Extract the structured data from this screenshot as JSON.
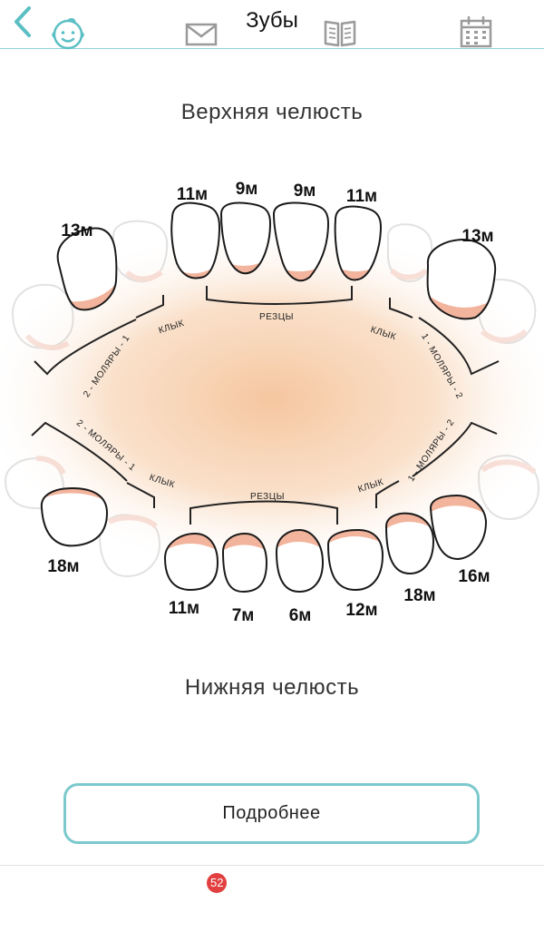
{
  "header": {
    "title": "Зубы"
  },
  "upper": {
    "title": "Верхняя челюсть",
    "groups": {
      "molars_2_left": "2 - МОЛЯРЫ - 1",
      "canine_left": "КЛЫК",
      "incisors": "РЕЗЦЫ",
      "canine_right": "КЛЫК",
      "molars_1_right": "1 - МОЛЯРЫ - 2"
    },
    "ages": {
      "t1": "13м",
      "t2": "11м",
      "t3": "9м",
      "t4": "9м",
      "t5": "11м",
      "t6": "13м"
    }
  },
  "lower": {
    "title": "Нижняя челюсть",
    "groups": {
      "molars_2_left": "2 - МОЛЯРЫ - 1",
      "canine_left": "КЛЫК",
      "incisors": "РЕЗЦЫ",
      "canine_right": "КЛЫК",
      "molars_1_right": "1 - МОЛЯРЫ - 2"
    },
    "ages": {
      "t1": "18м",
      "t2": "11м",
      "t3": "7м",
      "t4": "6м",
      "t5": "12м",
      "t6": "18м",
      "t7": "16м"
    }
  },
  "more_button": {
    "label": "Подробнее"
  },
  "tabbar": {
    "mail_badge": "52"
  },
  "colors": {
    "accent": "#5bbfc4",
    "gum": "#f2b49c",
    "glow": "#f6c9a2",
    "badge": "#e24040"
  }
}
